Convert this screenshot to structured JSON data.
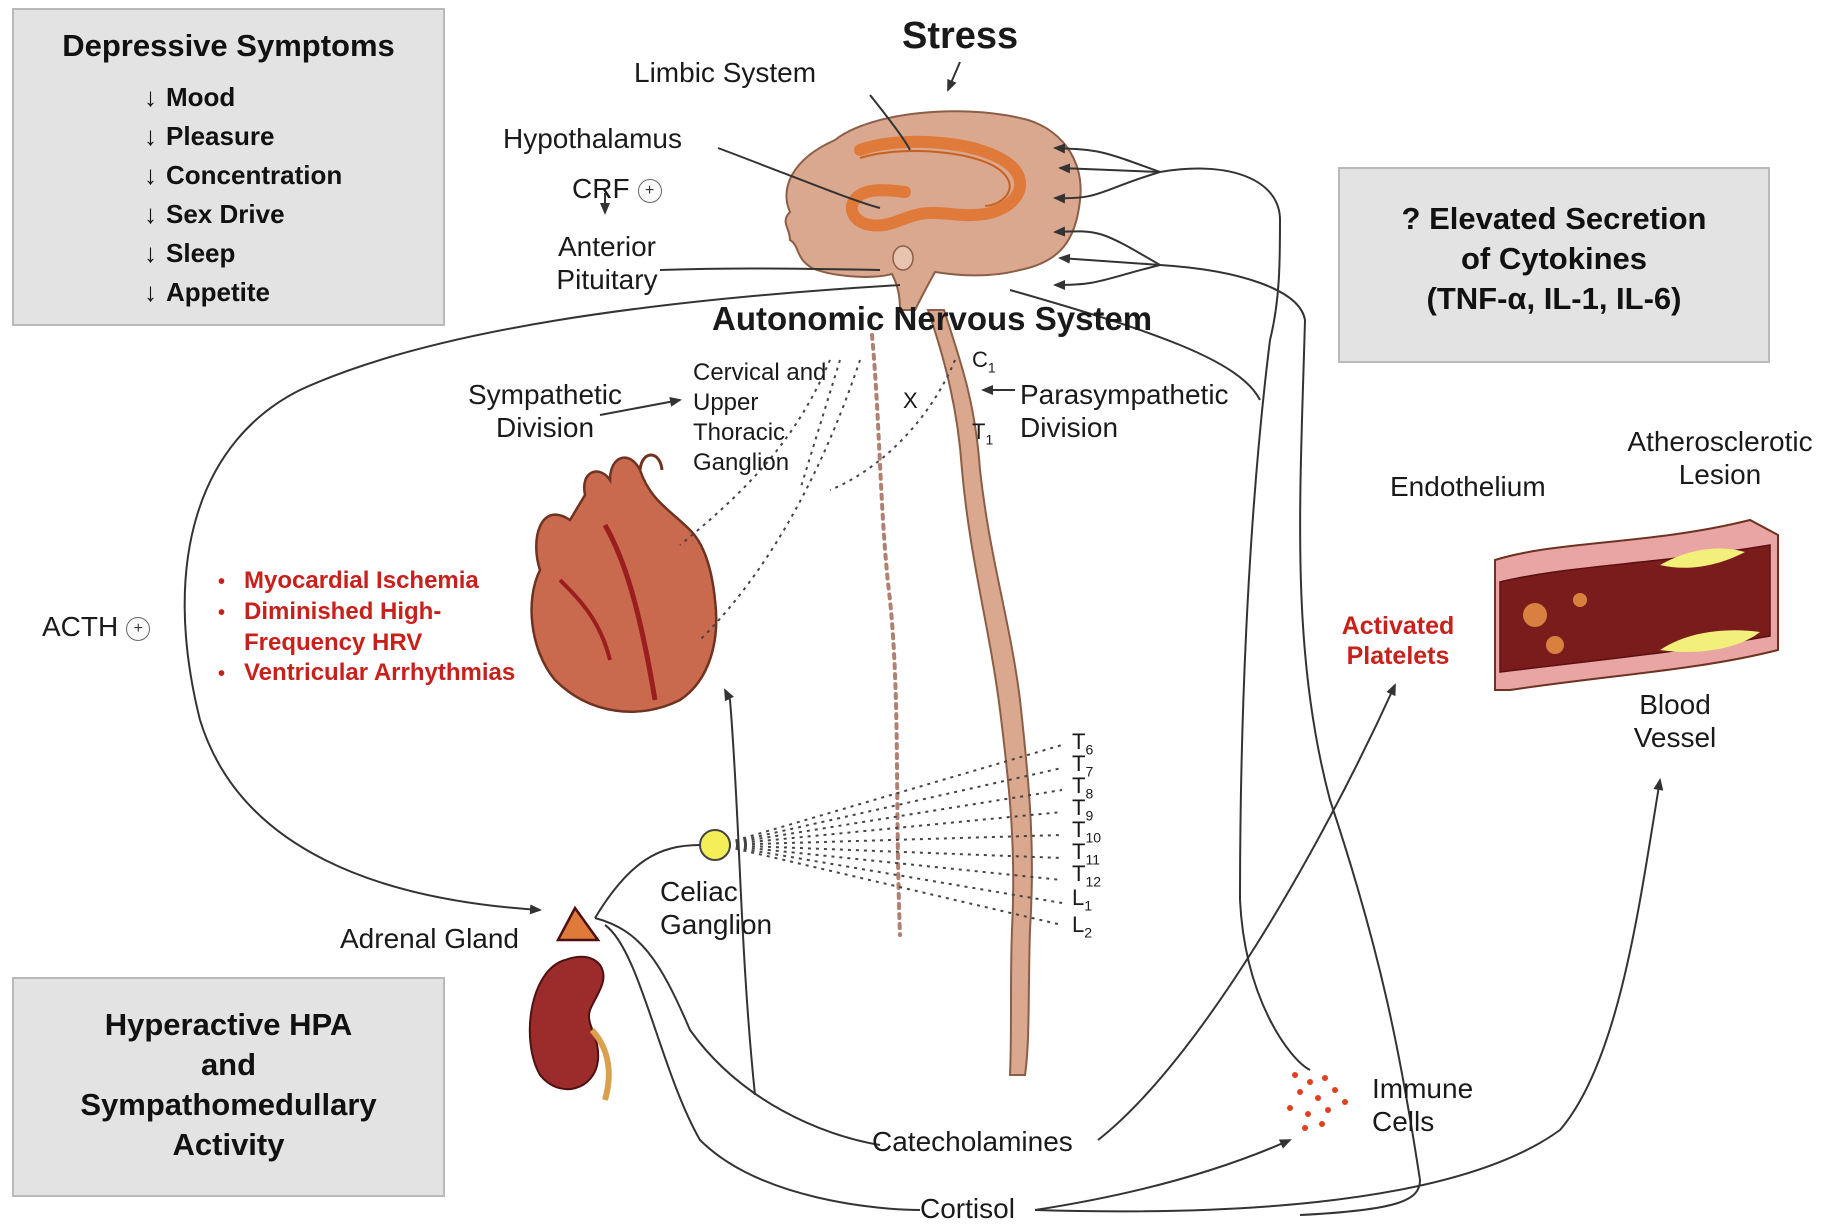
{
  "title": "Stress",
  "depressive_box": {
    "title": "Depressive Symptoms",
    "symptoms": [
      "Mood",
      "Pleasure",
      "Concentration",
      "Sex Drive",
      "Sleep",
      "Appetite"
    ]
  },
  "cytokine_box": {
    "line1": "? Elevated Secretion",
    "line2": "of Cytokines",
    "line3": "(TNF-α, IL-1, IL-6)"
  },
  "hpa_box": {
    "line1": "Hyperactive HPA",
    "line2": "and",
    "line3": "Sympathomedullary",
    "line4": "Activity"
  },
  "labels": {
    "limbic_system": "Limbic System",
    "hypothalamus": "Hypothalamus",
    "crf": "CRF",
    "anterior": "Anterior",
    "pituitary": "Pituitary",
    "ans": "Autonomic Nervous System",
    "sympathetic": "Sympathetic",
    "division": "Division",
    "cervical1": "Cervical and",
    "cervical2": "Upper",
    "cervical3": "Thoracic",
    "cervical4": "Ganglion",
    "parasympathetic": "Parasympathetic",
    "para_division": "Division",
    "acth": "ACTH",
    "adrenal_gland": "Adrenal Gland",
    "celiac1": "Celiac",
    "celiac2": "Ganglion",
    "catecholamines": "Catecholamines",
    "cortisol": "Cortisol",
    "immune1": "Immune",
    "immune2": "Cells",
    "activated1": "Activated",
    "activated2": "Platelets",
    "endothelium": "Endothelium",
    "lesion1": "Atherosclerotic",
    "lesion2": "Lesion",
    "vessel1": "Blood",
    "vessel2": "Vessel",
    "x_mark": "X"
  },
  "cardiac_effects": [
    "Myocardial Ischemia",
    "Diminished High-",
    "Frequency HRV",
    "Ventricular Arrhythmias"
  ],
  "segments": {
    "c1": "C",
    "c1_sub": "1",
    "t1": "T",
    "t1_sub": "1",
    "t6": "T",
    "t6_sub": "6",
    "t7": "T",
    "t7_sub": "7",
    "t8": "T",
    "t8_sub": "8",
    "t9": "T",
    "t9_sub": "9",
    "t10": "T",
    "t10_sub": "10",
    "t11": "T",
    "t11_sub": "11",
    "t12": "T",
    "t12_sub": "12",
    "l1": "L",
    "l1_sub": "1",
    "l2": "L",
    "l2_sub": "2"
  },
  "colors": {
    "brain": "#d9a88f",
    "limbic": "#e07a3a",
    "heart": "#c96a4e",
    "kidney": "#9c2b2b",
    "vessel_wall": "#e9a4a4",
    "vessel_lumen": "#7a1c1c",
    "plaque": "#f2ef7a",
    "celiac": "#f5ef57",
    "red_text": "#c8201b",
    "box_bg": "#e3e3e3"
  }
}
